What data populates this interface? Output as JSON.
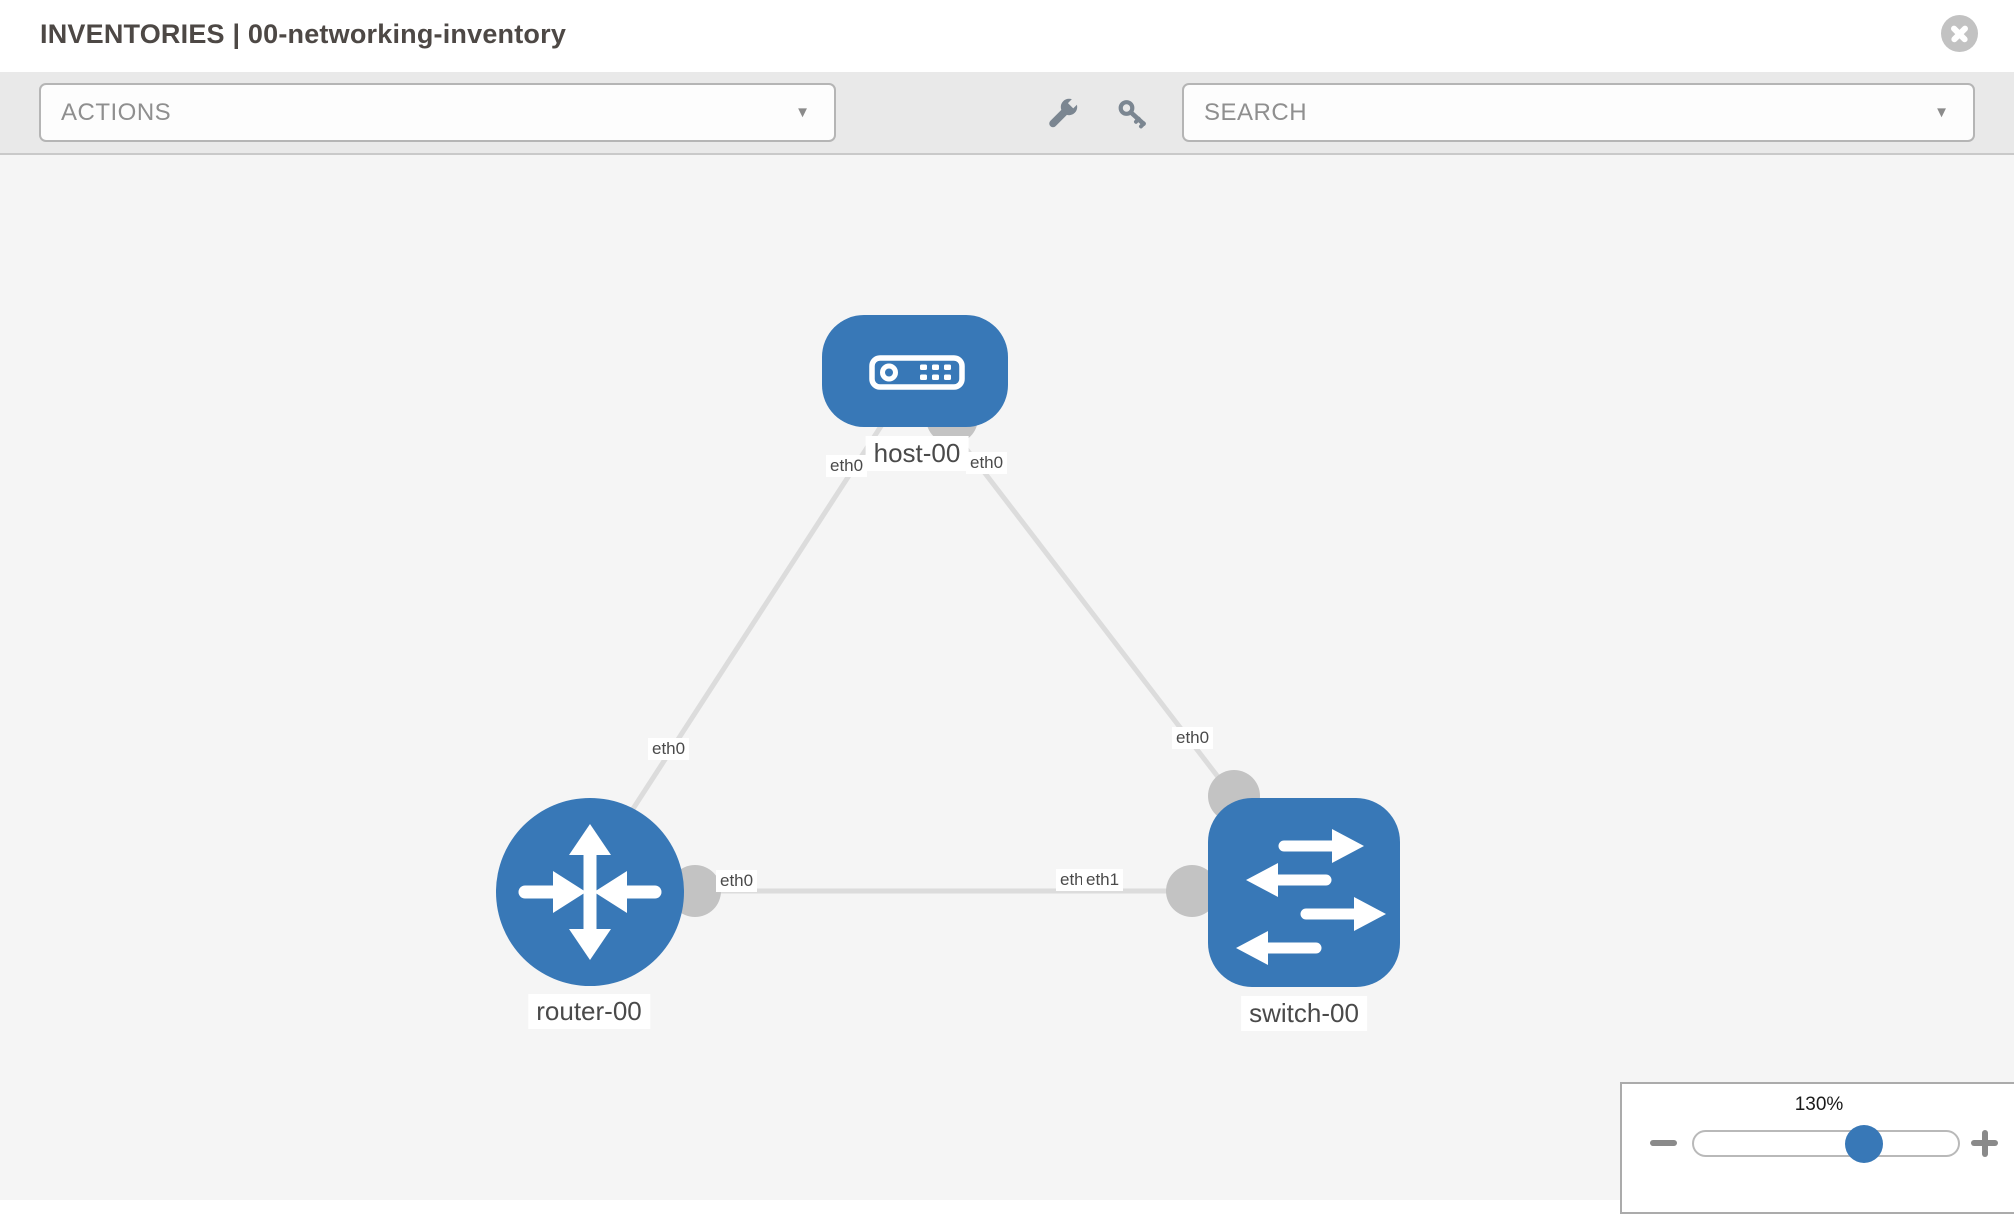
{
  "header": {
    "title": "INVENTORIES | 00-networking-inventory"
  },
  "toolbar": {
    "actions": {
      "label": "ACTIONS",
      "caret": "▼"
    },
    "search": {
      "label": "SEARCH",
      "caret": "▼"
    }
  },
  "icons": {
    "close": "x-circle",
    "wrench": "wrench",
    "key": "key",
    "caret": "caret-down",
    "zoom_out": "minus",
    "zoom_in": "plus"
  },
  "topology": {
    "nodes": {
      "host": {
        "label": "host-00",
        "type": "host"
      },
      "router": {
        "label": "router-00",
        "type": "router"
      },
      "switch": {
        "label": "switch-00",
        "type": "switch"
      }
    },
    "links": [
      {
        "source": "host-00",
        "target": "router-00",
        "source_if": "eth0",
        "target_if": "eth0"
      },
      {
        "source": "host-00",
        "target": "switch-00",
        "source_if": "eth0",
        "target_if": "eth0"
      },
      {
        "source": "router-00",
        "target": "switch-00",
        "source_if": "eth0",
        "target_if": "eth1"
      }
    ],
    "interfaces": {
      "host_left": "eth0",
      "host_right": "eth0",
      "router_uplink": "eth0",
      "switch_uplink": "eth0",
      "mid_router_end": "eth0",
      "mid_switch_end_under": "eth0",
      "mid_switch_end": "eth1"
    }
  },
  "zoom": {
    "value": "130%"
  },
  "colors": {
    "node_blue": "#3878b7",
    "edge_gray": "#dcdcdc",
    "port_gray": "#c3c3c3",
    "toolbar_bg": "#e9e9e9",
    "canvas_bg": "#f5f5f5"
  }
}
